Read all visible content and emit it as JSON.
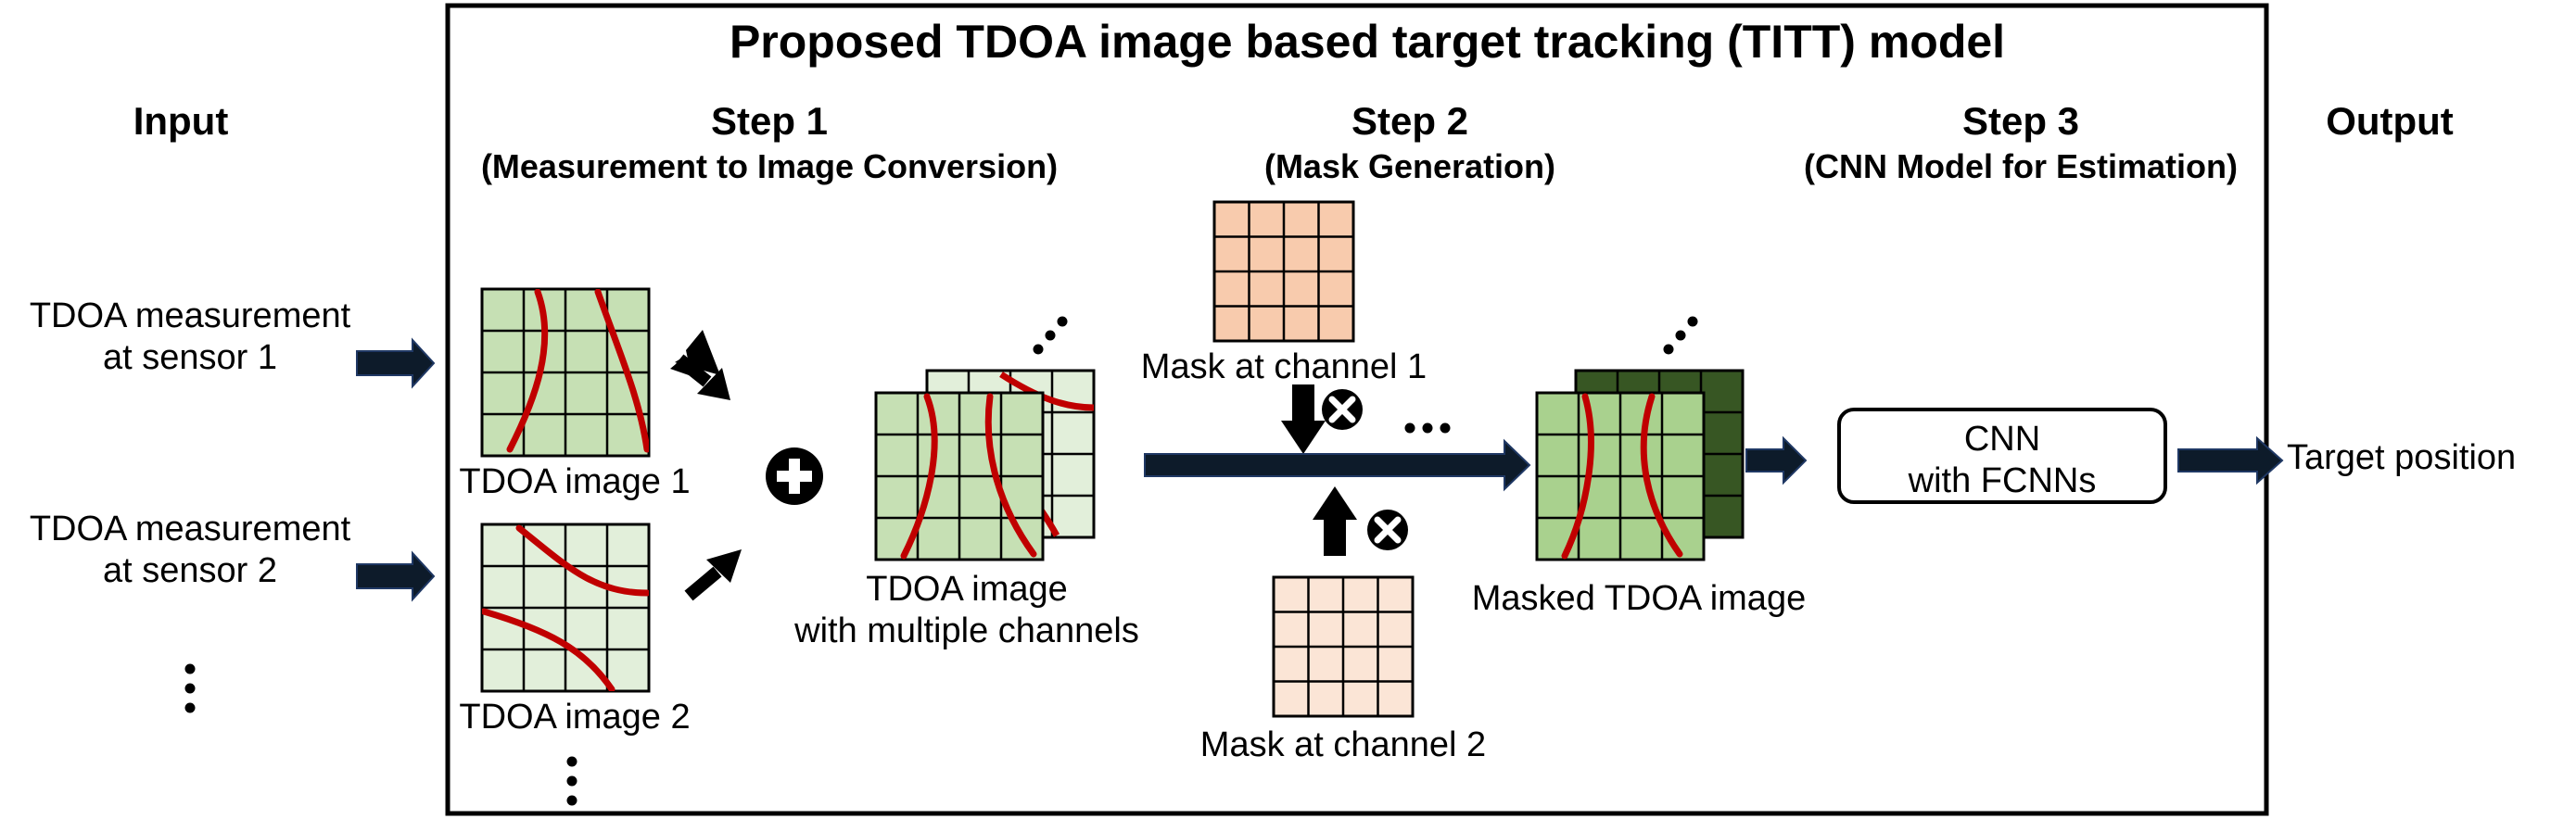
{
  "title": "Proposed TDOA image based target tracking (TITT) model",
  "input": {
    "heading": "Input",
    "measurements": [
      {
        "line1": "TDOA measurement",
        "line2": "at sensor 1"
      },
      {
        "line1": "TDOA measurement",
        "line2": "at sensor 2"
      }
    ]
  },
  "steps": [
    {
      "title": "Step 1",
      "subtitle": "(Measurement to Image Conversion)"
    },
    {
      "title": "Step 2",
      "subtitle": "(Mask Generation)"
    },
    {
      "title": "Step 3",
      "subtitle": "(CNN Model for Estimation)"
    }
  ],
  "step1": {
    "image1_label": "TDOA image 1",
    "image2_label": "TDOA image 2",
    "multi_label_line1": "TDOA image",
    "multi_label_line2": "with multiple channels"
  },
  "step2": {
    "mask1_label": "Mask at channel 1",
    "mask2_label": "Mask at channel 2",
    "masked_label": "Masked TDOA image"
  },
  "step3": {
    "cnn_line1": "CNN",
    "cnn_line2": "with FCNNs"
  },
  "output": {
    "heading": "Output",
    "label": "Target position"
  },
  "colors": {
    "grid_light_green": "#c6e0b4",
    "grid_pale_green": "#e2efda",
    "grid_mid_green": "#a9d18e",
    "grid_dark_green": "#375623",
    "mask_orange": "#f8cbad",
    "mask_light_orange": "#fbe5d6",
    "curve_red": "#c00000",
    "arrow_navy": "#0d1b2a"
  }
}
